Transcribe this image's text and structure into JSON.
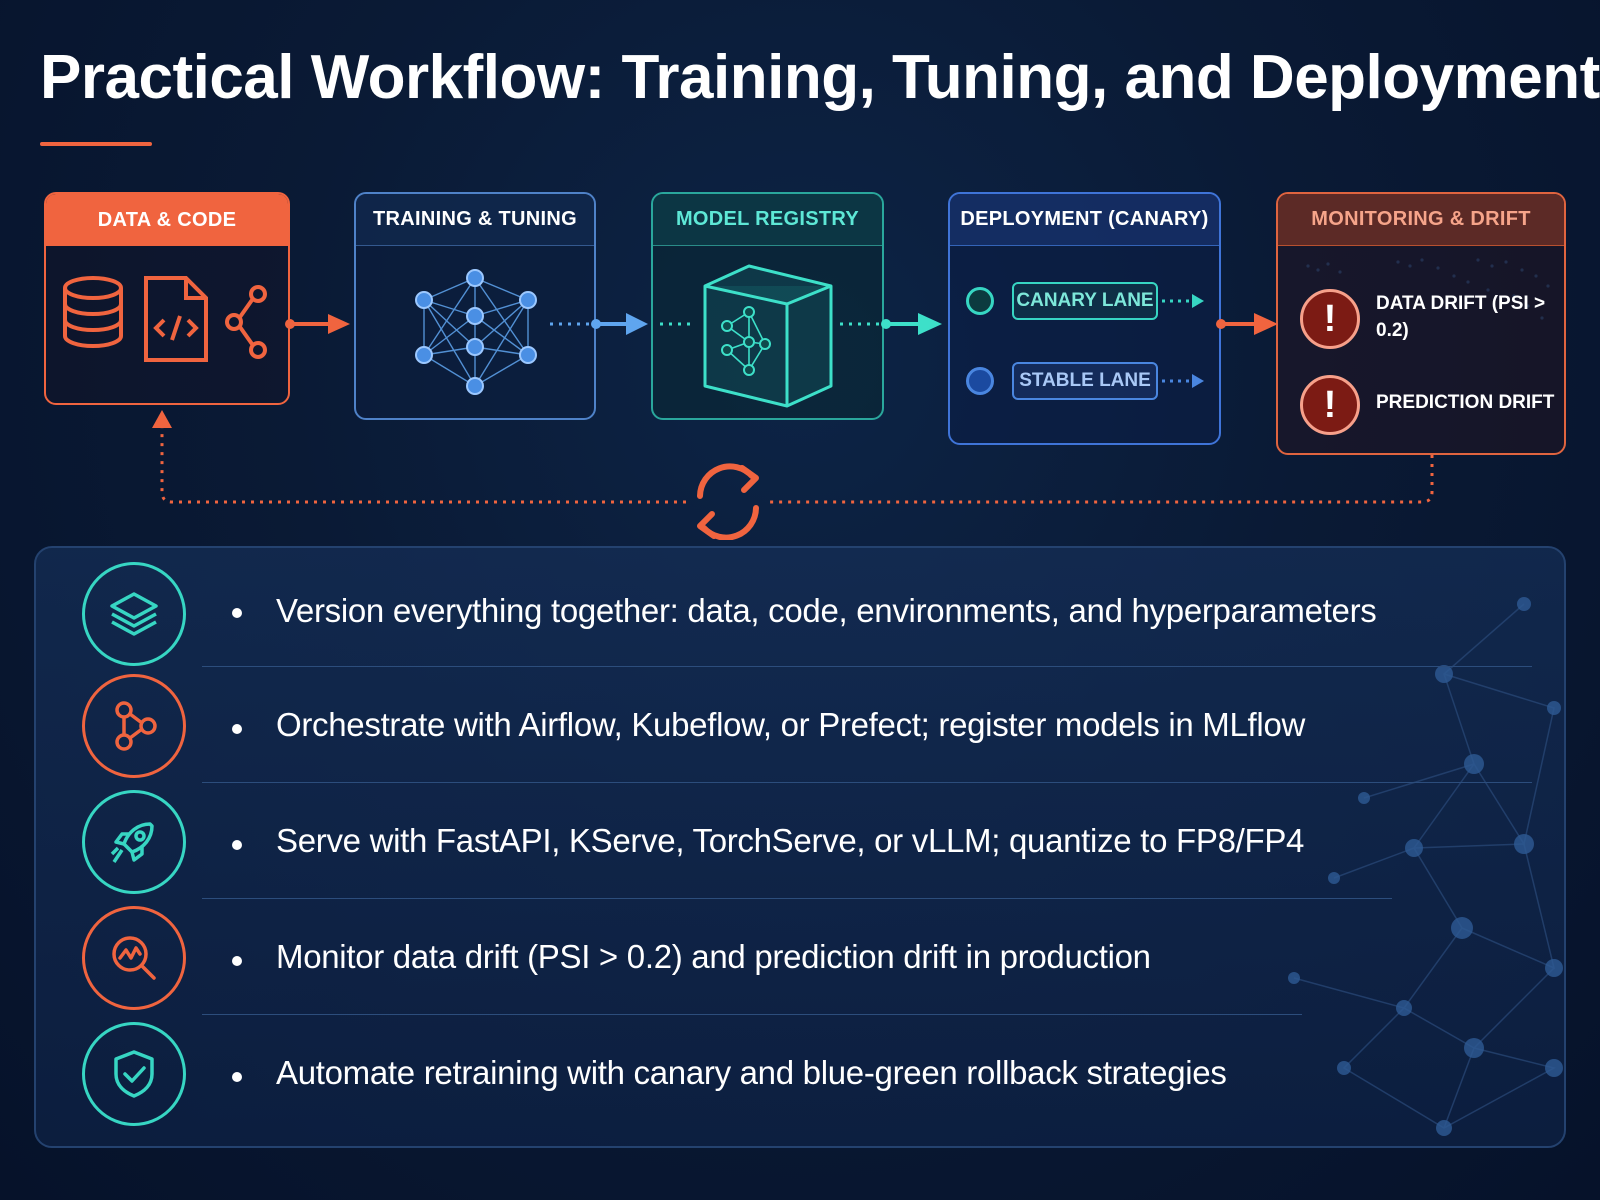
{
  "title": "Practical Workflow: Training, Tuning, and Deployment",
  "colors": {
    "accent_orange": "#f0643f",
    "teal": "#37d6c3",
    "blue": "#4a86e0",
    "background": "#0a1a35"
  },
  "stages": {
    "data_code": {
      "label": "DATA & CODE",
      "icons": [
        "database-icon",
        "code-file-icon",
        "share-nodes-icon"
      ]
    },
    "training": {
      "label": "TRAINING & TUNING",
      "icons": [
        "neural-network-icon"
      ]
    },
    "registry": {
      "label": "MODEL REGISTRY",
      "icons": [
        "model-cube-icon"
      ]
    },
    "deployment": {
      "label": "DEPLOYMENT (CANARY)",
      "canary_lane": "CANARY LANE",
      "stable_lane": "STABLE LANE"
    },
    "monitoring": {
      "label": "MONITORING & DRIFT",
      "alert_glyph": "!",
      "data_drift": "DATA DRIFT (PSI > 0.2)",
      "prediction_drift": "PREDICTION DRIFT"
    }
  },
  "feedback_loop": {
    "icon": "refresh-icon"
  },
  "bullets": [
    {
      "icon": "layers-icon",
      "color": "#37d6c3",
      "text": "Version everything together: data, code, environments, and hyperparameters"
    },
    {
      "icon": "workflow-nodes-icon",
      "color": "#f0643f",
      "text": "Orchestrate with Airflow, Kubeflow, or Prefect; register models in MLflow"
    },
    {
      "icon": "rocket-icon",
      "color": "#37d6c3",
      "text": "Serve with FastAPI, KServe, TorchServe, or vLLM; quantize to FP8/FP4"
    },
    {
      "icon": "magnifier-chart-icon",
      "color": "#f0643f",
      "text": "Monitor data drift (PSI > 0.2) and prediction drift in production"
    },
    {
      "icon": "shield-check-icon",
      "color": "#37d6c3",
      "text": "Automate retraining with canary and blue-green rollback strategies"
    }
  ]
}
